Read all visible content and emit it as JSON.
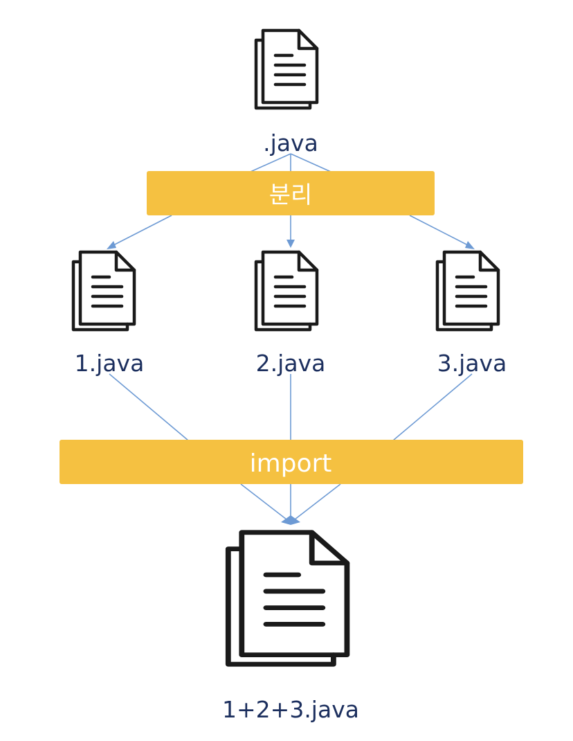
{
  "files": {
    "source": ".java",
    "part1": "1.java",
    "part2": "2.java",
    "part3": "3.java",
    "result": "1+2+3.java"
  },
  "bands": {
    "split": "분리",
    "import": "import"
  },
  "colors": {
    "band": "#f5c141",
    "connector": "#6d9ad4",
    "label": "#1c2f5e",
    "icon": "#1a1a1a"
  },
  "icons": [
    "document-stack-icon"
  ]
}
